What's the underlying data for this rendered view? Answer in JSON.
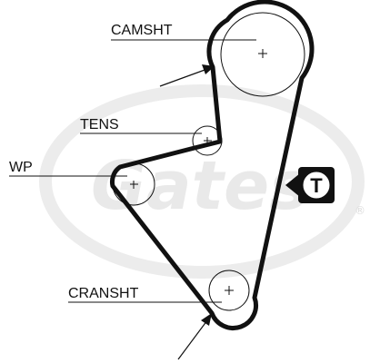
{
  "watermark": {
    "text": "Gates",
    "color": "#e6e6e6",
    "mark_symbol": "®"
  },
  "labels": {
    "camshaft": "CAMSHT",
    "tensioner": "TENS",
    "water_pump": "WP",
    "crankshaft": "CRANSHT"
  },
  "badge": {
    "letter": "T",
    "icon": "tensioner-badge-icon"
  },
  "colors": {
    "belt": "#111111",
    "pulley": "#111111",
    "text": "#111111",
    "watermark": "#e6e6e6"
  }
}
